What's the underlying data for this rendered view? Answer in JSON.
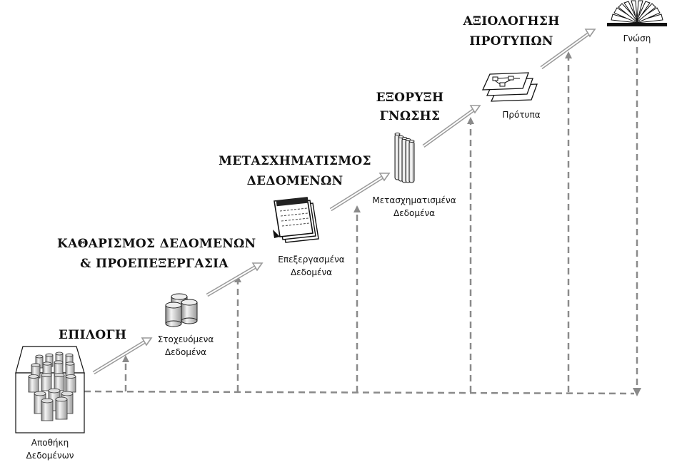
{
  "steps": {
    "selection": "ΕΠΙΛΟΓΗ",
    "cleaning": [
      "ΚΑΘΑΡΙΣΜΟΣ ΔΕΔΟΜΕΝΩΝ",
      "& ΠΡΟΕΠΕΞΕΡΓΑΣΙΑ"
    ],
    "transformation": [
      "ΜΕΤΑΣΧΗΜΑΤΙΣΜΟΣ",
      "ΔΕΔΟΜΕΝΩΝ"
    ],
    "mining": [
      "ΕΞΟΡΥΞΗ",
      "ΓΝΩΣΗΣ"
    ],
    "evaluation": [
      "ΑΞΙΟΛΟΓΗΣΗ",
      "ΠΡΟΤΥΠΩΝ"
    ]
  },
  "artifacts": {
    "warehouse": [
      "Αποθήκη",
      "Δεδομένων"
    ],
    "target": [
      "Στοχευόμενα",
      "Δεδομένα"
    ],
    "processed": [
      "Επεξεργασμένα",
      "Δεδομένα"
    ],
    "transformed": [
      "Μετασχηματισμένα",
      "Δεδομένα"
    ],
    "patterns": "Πρότυπα",
    "knowledge": "Γνώση"
  },
  "colors": {
    "arrow": "#9a9a9a",
    "dashed": "#8a8a8a",
    "ink": "#111111"
  },
  "icons": [
    "database-stack-icon",
    "cylinders-icon",
    "sheets-icon",
    "columns-icon",
    "pattern-sheets-icon",
    "open-book-icon"
  ]
}
